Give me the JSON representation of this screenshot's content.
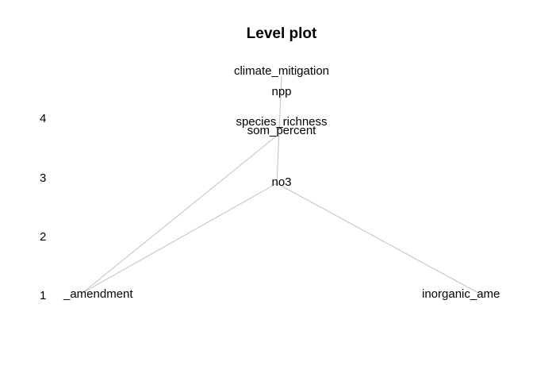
{
  "title": "Level plot",
  "levels": [
    "4",
    "3",
    "2",
    "1"
  ],
  "nodes": [
    {
      "id": "climate_mitigation",
      "label": "climate_mitigation",
      "level": 4.8
    },
    {
      "id": "npp",
      "label": "npp",
      "level": 4.45
    },
    {
      "id": "species_richness",
      "label": "species_richness",
      "level": 3.93
    },
    {
      "id": "som_percent",
      "label": "som_percent",
      "level": 3.8
    },
    {
      "id": "no3",
      "label": "no3",
      "level": 2.93
    },
    {
      "id": "organic_amendment",
      "label": "_amendment",
      "level": 1
    },
    {
      "id": "inorganic_amendment",
      "label": "inorganic_ame",
      "level": 1
    }
  ],
  "edges": [
    {
      "from": "organic_amendment",
      "to": "som_percent"
    },
    {
      "from": "organic_amendment",
      "to": "no3"
    },
    {
      "from": "inorganic_amendment",
      "to": "no3"
    },
    {
      "from": "no3",
      "to": "climate_mitigation"
    }
  ],
  "colors": {
    "edge": "#c0c0c0",
    "text": "#000000",
    "background": "#ffffff"
  }
}
